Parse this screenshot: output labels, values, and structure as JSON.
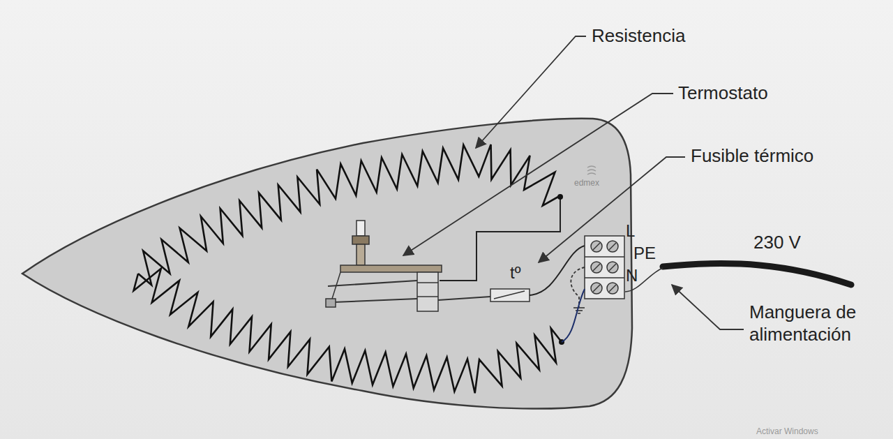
{
  "diagram": {
    "labels": [
      "Resistencia",
      "Termostato",
      "Fusible térmico",
      "tº",
      "L",
      "PE",
      "N",
      "230 V",
      "Manguera de alimentación",
      "edmex",
      "Activar Windows"
    ]
  }
}
